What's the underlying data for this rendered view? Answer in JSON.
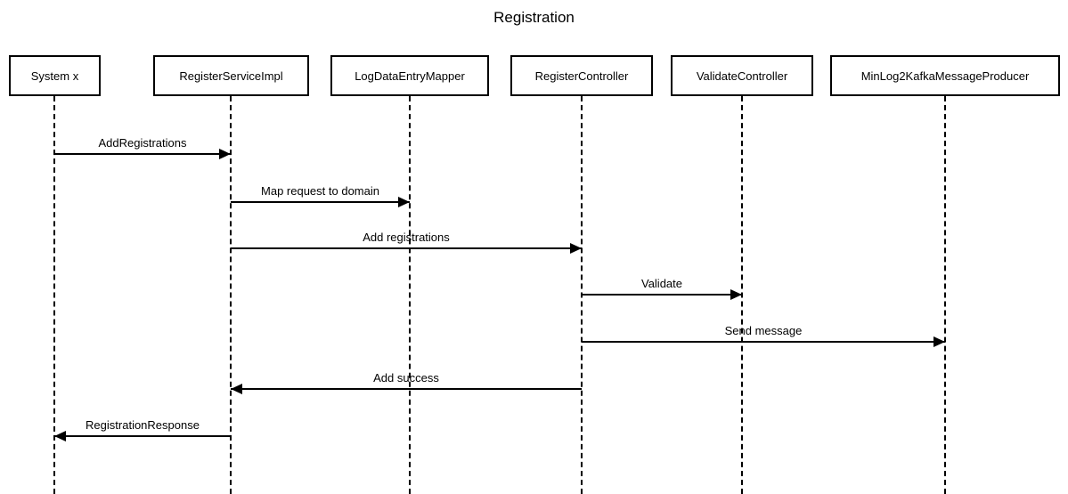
{
  "diagram": {
    "title": "Registration",
    "type": "sequence-diagram",
    "colors": {
      "background": "#ffffff",
      "line": "#000000",
      "box_fill": "#ffffff"
    },
    "participants": [
      {
        "label": "System x"
      },
      {
        "label": "RegisterServiceImpl"
      },
      {
        "label": "LogDataEntryMapper"
      },
      {
        "label": "RegisterController"
      },
      {
        "label": "ValidateController"
      },
      {
        "label": "MinLog2KafkaMessageProducer"
      }
    ],
    "messages": [
      {
        "label": "AddRegistrations",
        "from": "System x",
        "to": "RegisterServiceImpl",
        "direction": "right"
      },
      {
        "label": "Map request to domain",
        "from": "RegisterServiceImpl",
        "to": "LogDataEntryMapper",
        "direction": "right"
      },
      {
        "label": "Add registrations",
        "from": "RegisterServiceImpl",
        "to": "RegisterController",
        "direction": "right"
      },
      {
        "label": "Validate",
        "from": "RegisterController",
        "to": "ValidateController",
        "direction": "right"
      },
      {
        "label": "Send message",
        "from": "RegisterController",
        "to": "MinLog2KafkaMessageProducer",
        "direction": "right"
      },
      {
        "label": "Add success",
        "from": "RegisterController",
        "to": "RegisterServiceImpl",
        "direction": "left"
      },
      {
        "label": "RegistrationResponse",
        "from": "RegisterServiceImpl",
        "to": "System x",
        "direction": "left"
      }
    ]
  }
}
